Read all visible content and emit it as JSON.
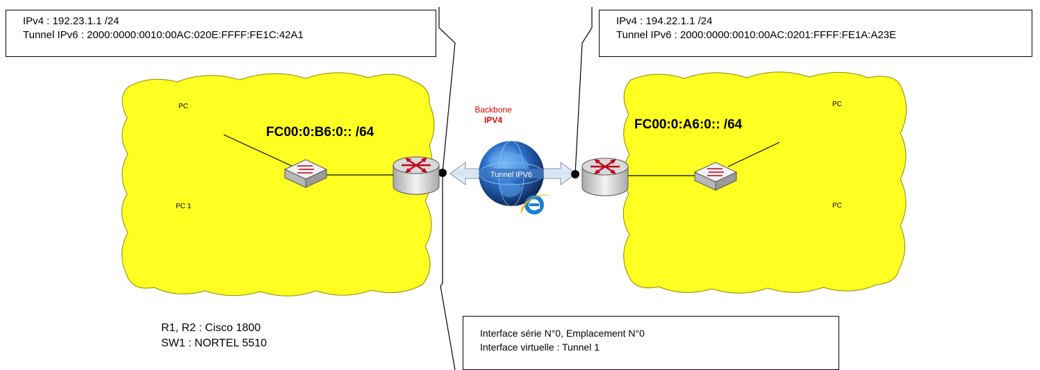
{
  "boxes": {
    "left": {
      "line1": "IPv4 : 192.23.1.1 /24",
      "line2": "Tunnel IPv6 : 2000:0000:0010:00AC:020E:FFFF:FE1C:42A1"
    },
    "right": {
      "line1": "IPv4 : 194.22.1.1 /24",
      "line2": "Tunnel IPv6 : 2000:0000:0010:00AC:0201:FFFF:FE1A:A23E"
    },
    "bottom": {
      "line1": "Interface série N°0, Emplacement N°0",
      "line2": "Interface virtuelle : Tunnel 1"
    }
  },
  "subnets": {
    "left": "FC00:0:B6:0:: /64",
    "right": "FC00:0:A6:0:: /64"
  },
  "pcs": {
    "left_top": "PC",
    "left_bottom": "PC 1",
    "right_top": "PC",
    "right_bottom": "PC"
  },
  "backbone": {
    "line1": "Backbone",
    "line2": "IPV4"
  },
  "tunnel_label": "Tunnel IPV6",
  "equipment": {
    "line1": "R1, R2 : Cisco 1800",
    "line2": "SW1 : NORTEL 5510"
  },
  "colors": {
    "lan_fill": "#ffff22",
    "backbone_text": "#e00000",
    "tunnel_arrow": "#dde8f6"
  }
}
